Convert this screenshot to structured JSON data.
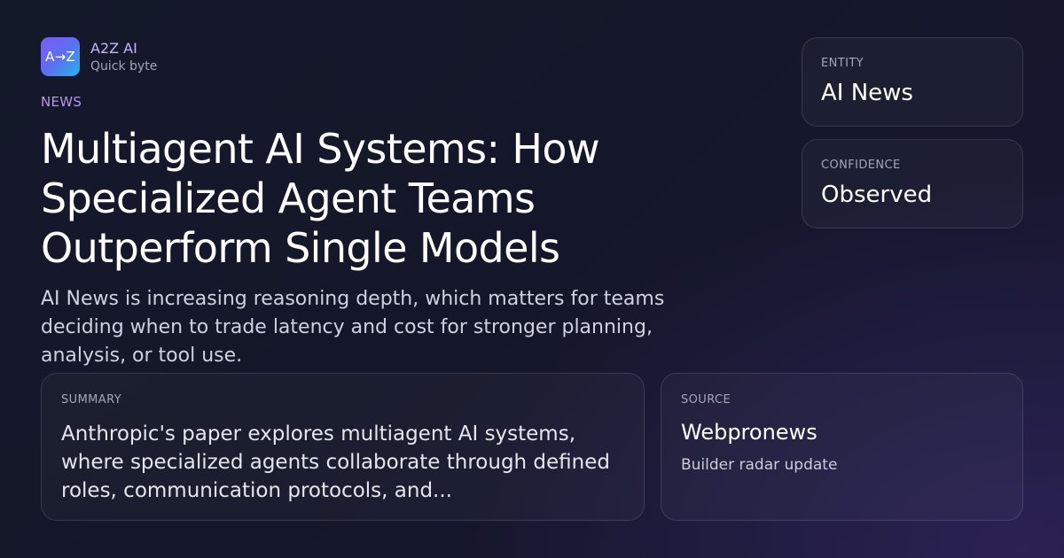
{
  "brand": {
    "logo_text": "A→Z",
    "name": "A2Z AI",
    "tagline": "Quick byte"
  },
  "article": {
    "category": "NEWS",
    "headline": "Multiagent AI Systems: How Specialized Agent Teams Outperform Single Models",
    "subhead": "AI News is increasing reasoning depth, which matters for teams deciding when to trade latency and cost for stronger planning, analysis, or tool use."
  },
  "entity": {
    "label": "ENTITY",
    "value": "AI News"
  },
  "confidence": {
    "label": "CONFIDENCE",
    "value": "Observed"
  },
  "summary": {
    "label": "SUMMARY",
    "text": "Anthropic's paper explores multiagent AI systems, where specialized agents collaborate through defined roles, communication protocols, and..."
  },
  "source": {
    "label": "SOURCE",
    "name": "Webpronews",
    "note": "Builder radar update"
  },
  "colors": {
    "background": "#14192a",
    "accent_purple": "#b794f6",
    "brand_name": "#c4b5fd",
    "logo_gradient_start": "#7b5cf6",
    "logo_gradient_end": "#22b6e8"
  }
}
